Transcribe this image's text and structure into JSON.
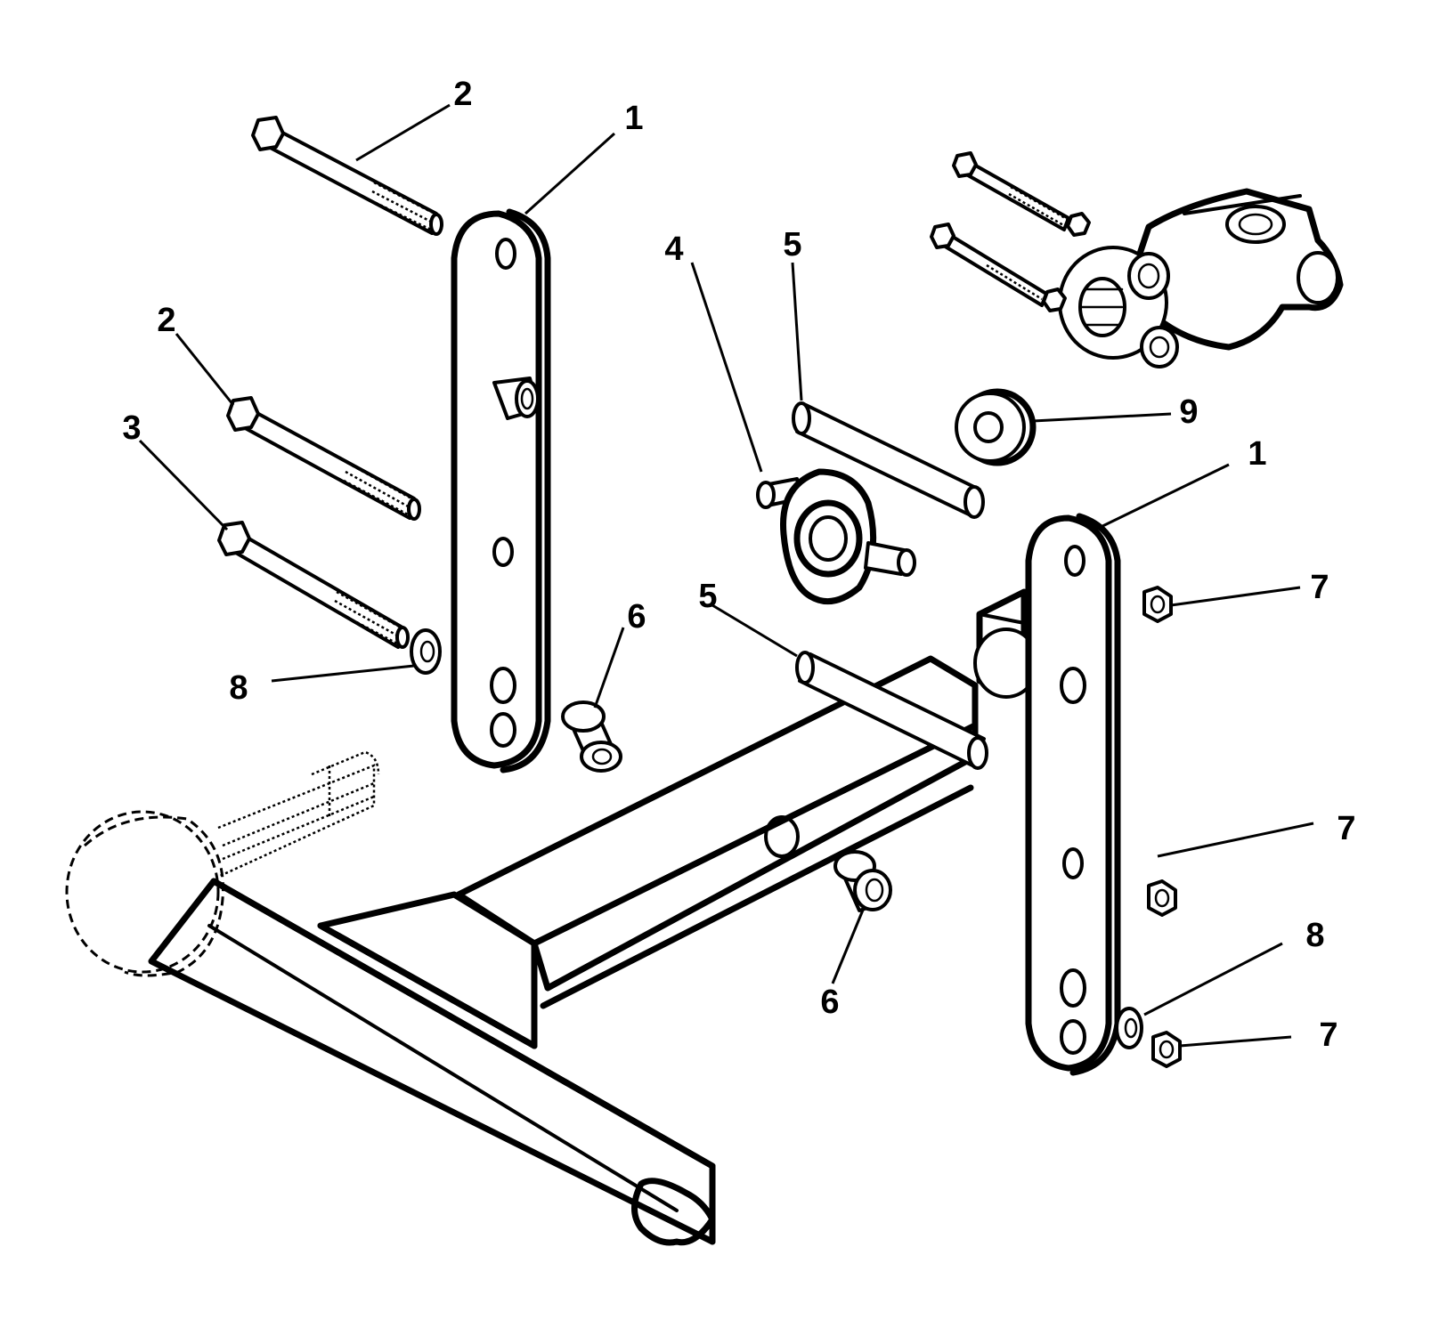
{
  "callouts": {
    "c1a": "1",
    "c1b": "1",
    "c2a": "2",
    "c2b": "2",
    "c3": "3",
    "c4": "4",
    "c5a": "5",
    "c5b": "5",
    "c6a": "6",
    "c6b": "6",
    "c7a": "7",
    "c7b": "7",
    "c7c": "7",
    "c8a": "8",
    "c8b": "8",
    "c9": "9"
  }
}
